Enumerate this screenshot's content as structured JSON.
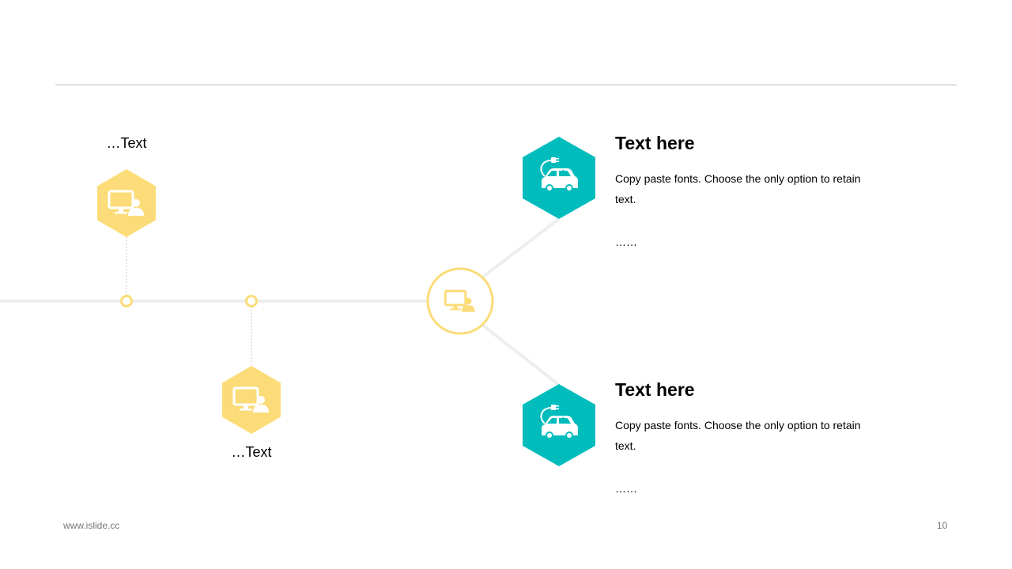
{
  "colors": {
    "yellow": "#fbdc78",
    "teal": "#00bcbd",
    "line": "#eeeeee",
    "divider": "#b8b8b8"
  },
  "left_nodes": [
    {
      "label": "…Text",
      "icon": "monitor-user-icon"
    },
    {
      "label": "…Text",
      "icon": "monitor-user-icon"
    }
  ],
  "center_node": {
    "icon": "monitor-user-icon"
  },
  "right_items": [
    {
      "icon": "electric-car-icon",
      "title": "Text here",
      "body": "Copy paste fonts. Choose the only option to retain text.",
      "ellipsis": "……"
    },
    {
      "icon": "electric-car-icon",
      "title": "Text here",
      "body": "Copy paste fonts. Choose the only option to retain text.",
      "ellipsis": "……"
    }
  ],
  "footer": {
    "website": "www.islide.cc",
    "page_number": "10"
  }
}
